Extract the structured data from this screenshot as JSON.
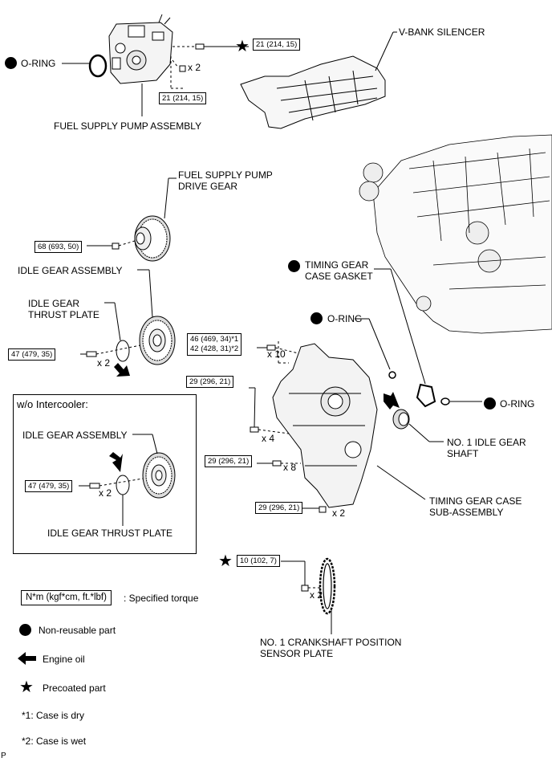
{
  "labels": {
    "oring_1": "O-RING",
    "fuel_pump": "FUEL SUPPLY PUMP ASSEMBLY",
    "vbank": "V-BANK SILENCER",
    "drive_gear_l1": "FUEL SUPPLY PUMP",
    "drive_gear_l2": "DRIVE GEAR",
    "idle_gear_asm": "IDLE GEAR ASSEMBLY",
    "idle_thrust_l1": "IDLE GEAR",
    "idle_thrust_l2": "THRUST PLATE",
    "tg_gasket_l1": "TIMING GEAR",
    "tg_gasket_l2": "CASE GASKET",
    "oring_2": "O-RING",
    "oring_3": "O-RING",
    "no1_idle_l1": "NO. 1 IDLE GEAR",
    "no1_idle_l2": "SHAFT",
    "tgcase_l1": "TIMING GEAR CASE",
    "tgcase_l2": "SUB-ASSEMBLY",
    "crank_l1": "NO. 1 CRANKSHAFT POSITION",
    "crank_l2": "SENSOR PLATE",
    "inset_title": "w/o Intercooler:",
    "inset_idle_asm": "IDLE GEAR ASSEMBLY",
    "inset_thrust": "IDLE GEAR THRUST PLATE",
    "corner": "P"
  },
  "torques": {
    "t1": "21 (214, 15)",
    "t2": "21 (214, 15)",
    "t3": "68 (693, 50)",
    "t4": "47 (479, 35)",
    "t5a": "46 (469, 34)*1",
    "t5b": "42 (428, 31)*2",
    "t6": "29 (296, 21)",
    "t7": "29 (296, 21)",
    "t8": "29 (296, 21)",
    "t9": "47 (479, 35)",
    "t10": "10 (102, 7)"
  },
  "counts": {
    "c1": "x 2",
    "c2": "x 2",
    "c3": "x 10",
    "c4": "x 4",
    "c5": "x 8",
    "c6": "x 2",
    "c7": "x 2",
    "c8": "x 2"
  },
  "legend": {
    "torque_box": "N*m (kgf*cm, ft.*lbf)",
    "torque_desc": ": Specified torque",
    "nonreusable": "Non-reusable part",
    "engine_oil": "Engine oil",
    "precoated": "Precoated part",
    "note1": "*1: Case is dry",
    "note2": "*2: Case is wet"
  },
  "icons": [
    "non-reusable-dot-icon",
    "precoated-star-icon",
    "engine-oil-arrow-icon"
  ]
}
